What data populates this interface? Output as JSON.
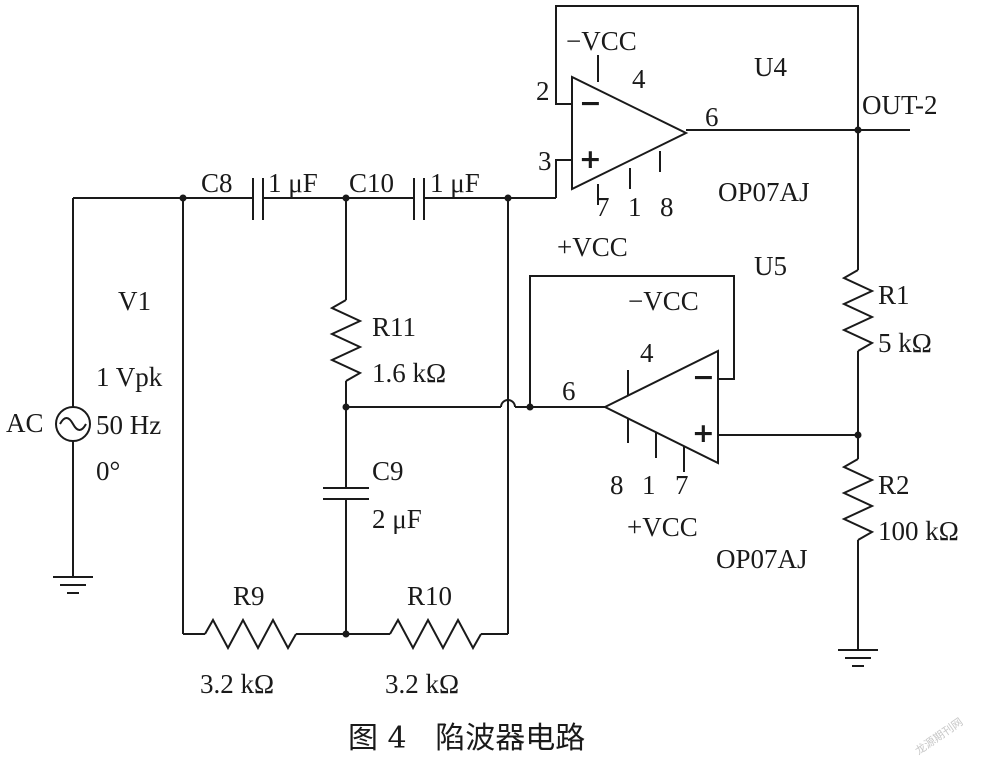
{
  "caption": "图 4   陷波器电路",
  "watermark": "龙源期刊网",
  "source": {
    "ref": "V1",
    "amplitude": "1 Vpk",
    "frequency": "50 Hz",
    "phase": "0°",
    "type": "AC"
  },
  "components": {
    "c8": {
      "ref": "C8",
      "value": "1 μF"
    },
    "c10": {
      "ref": "C10",
      "value": "1 μF"
    },
    "c9": {
      "ref": "C9",
      "value": "2 μF"
    },
    "r11": {
      "ref": "R11",
      "value": "1.6 kΩ"
    },
    "r9": {
      "ref": "R9",
      "value": "3.2 kΩ"
    },
    "r10": {
      "ref": "R10",
      "value": "3.2 kΩ"
    },
    "r1": {
      "ref": "R1",
      "value": "5 kΩ"
    },
    "r2": {
      "ref": "R2",
      "value": "100 kΩ"
    }
  },
  "u4": {
    "ref": "U4",
    "part": "OP07AJ",
    "neg_supply": "−VCC",
    "pos_supply": "+VCC",
    "pins": {
      "inv": "2",
      "noninv": "3",
      "out": "6",
      "top": "4",
      "b1": "7",
      "b2": "1",
      "b3": "8"
    }
  },
  "u5": {
    "ref": "U5",
    "part": "OP07AJ",
    "neg_supply": "−VCC",
    "pos_supply": "+VCC",
    "pins": {
      "out": "6",
      "top": "4",
      "b1": "8",
      "b2": "1",
      "b3": "7"
    }
  },
  "output_label": "OUT-2",
  "opamp_signs": {
    "minus": "−",
    "plus": "+"
  }
}
